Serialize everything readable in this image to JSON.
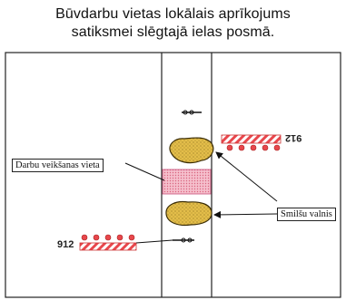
{
  "title": {
    "line1": "Būvdarbu vietas lokālais aprīkojums",
    "line2": "satiksmei slēgtajā ielas posmā."
  },
  "labels": {
    "work_site": "Darbu veikšanas vieta",
    "sand_pile": "Smilšu valnis"
  },
  "signs": {
    "top_right_number": "912",
    "bottom_left_number": "912"
  },
  "colors": {
    "barrier_red": "#e8474c",
    "work_area_pink": "#f1a7b8",
    "sand_yellow": "#e3bd4a",
    "line": "#222222"
  }
}
